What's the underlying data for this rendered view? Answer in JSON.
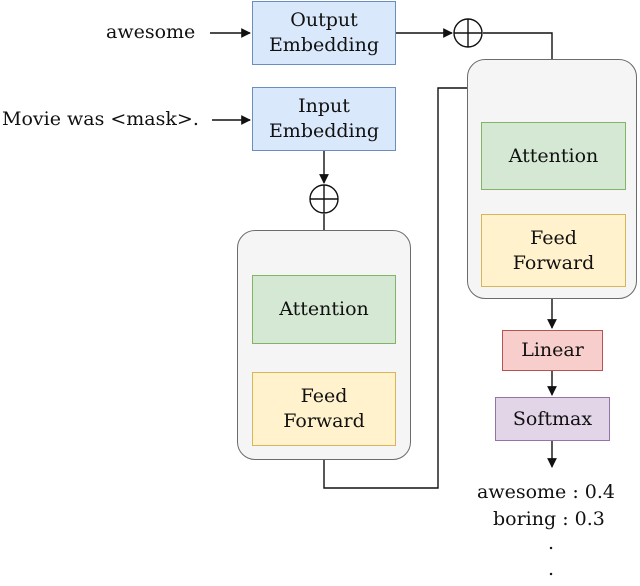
{
  "inputs": {
    "target_token": "awesome",
    "source_sentence": "Movie was <mask>."
  },
  "encoder": {
    "embedding": {
      "line1": "Input",
      "line2": "Embedding"
    },
    "attention": "Attention",
    "feed_forward": {
      "line1": "Feed",
      "line2": "Forward"
    }
  },
  "decoder": {
    "embedding": {
      "line1": "Output",
      "line2": "Embedding"
    },
    "attention": "Attention",
    "feed_forward": {
      "line1": "Feed",
      "line2": "Forward"
    }
  },
  "head": {
    "linear": "Linear",
    "softmax": "Softmax"
  },
  "outputs": {
    "line1": "awesome :  0.4",
    "line2": "boring : 0.3",
    "ellipsis": "."
  },
  "colors": {
    "embedding_fill": "#dae8fc",
    "attention_fill": "#d5e8d4",
    "feed_forward_fill": "#fff2cc",
    "linear_fill": "#f8cecc",
    "softmax_fill": "#e1d5e7",
    "block_fill": "#f5f5f5"
  },
  "icons": {
    "add_operator": "circled-plus-icon"
  }
}
